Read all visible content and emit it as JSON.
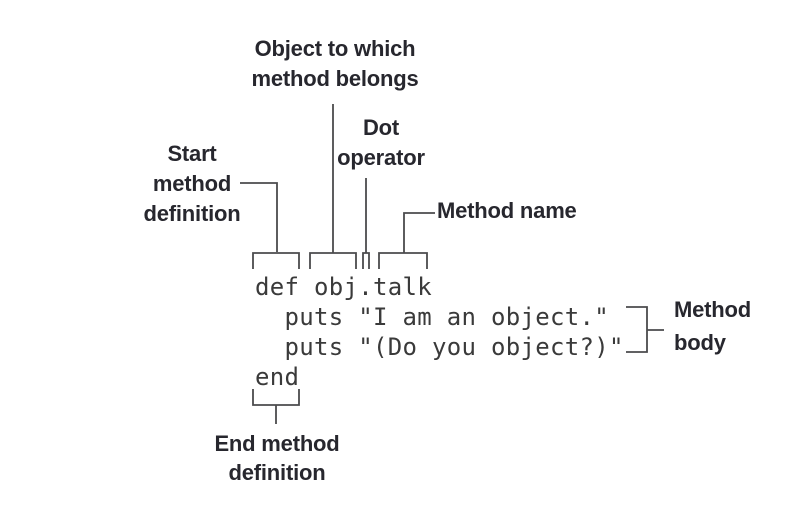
{
  "figure": {
    "description": "Anatomy of a Ruby method definition",
    "colors": {
      "background": "#ffffff",
      "label_text": "#27272e",
      "code_text": "#3a3a3a",
      "line": "#4b4b4d"
    },
    "labels": {
      "object_line1": "Object to which",
      "object_line2": "method belongs",
      "dot_line1": "Dot",
      "dot_line2": "operator",
      "start_line1": "Start",
      "start_line2": "method",
      "start_line3": "definition",
      "method_name": "Method name",
      "body_line1": "Method",
      "body_line2": "body",
      "end_line1": "End method",
      "end_line2": "definition"
    },
    "code": {
      "line1": "def obj.talk",
      "line2": "  puts \"I am an object.\"",
      "line3": "  puts \"(Do you object?)\"",
      "line4": "end"
    }
  }
}
